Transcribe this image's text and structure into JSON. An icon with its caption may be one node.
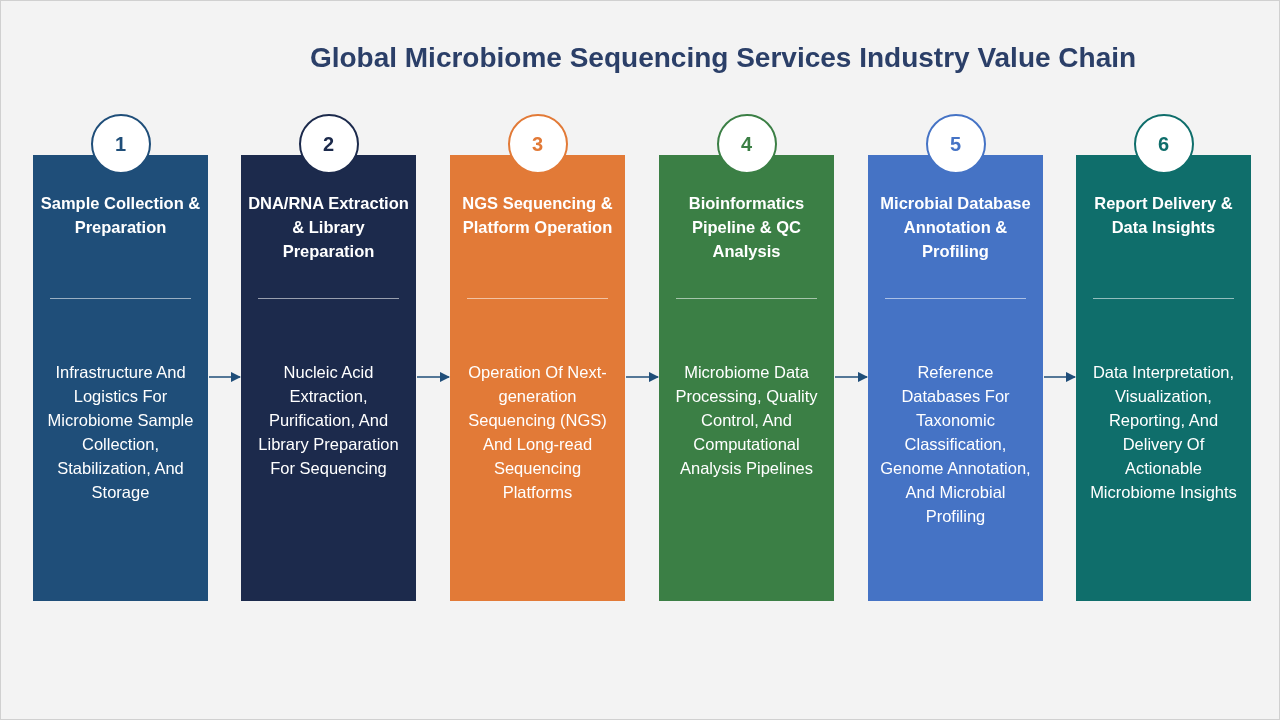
{
  "diagram": {
    "title": "Global Microbiome Sequencing Services Industry Value Chain",
    "nodes": [
      {
        "text": [
          "1",
          "Sample Collection & Preparation",
          "Infrastructure And Logistics For Microbiome Sample Collection, Stabilization, And Storage"
        ]
      },
      {
        "text": [
          "2",
          "DNA/RNA Extraction & Library Preparation",
          "Nucleic Acid Extraction, Purification, And Library Preparation For Sequencing"
        ]
      },
      {
        "text": [
          "3",
          "NGS Sequencing & Platform Operation",
          "Operation Of Next-generation Sequencing (NGS) And Long-read Sequencing Platforms"
        ]
      },
      {
        "text": [
          "4",
          "Bioinformatics Pipeline & QC Analysis",
          "Microbiome Data Processing, Quality Control, And Computational Analysis Pipelines"
        ]
      },
      {
        "text": [
          "5",
          "Microbial Database Annotation & Profiling",
          "Reference Databases For Taxonomic Classification, Genome Annotation, And Microbial Profiling"
        ]
      },
      {
        "text": [
          "6",
          "Report Delivery & Data Insights",
          "Data Interpretation, Visualization, Reporting, And Delivery Of Actionable Microbiome Insights"
        ]
      }
    ],
    "edges": [
      {
        "from": 0,
        "to": 1,
        "arrow": "to"
      },
      {
        "from": 1,
        "to": 2,
        "arrow": "to"
      },
      {
        "from": 2,
        "to": 3,
        "arrow": "to"
      },
      {
        "from": 3,
        "to": 4,
        "arrow": "to"
      },
      {
        "from": 4,
        "to": 5,
        "arrow": "to"
      }
    ]
  }
}
